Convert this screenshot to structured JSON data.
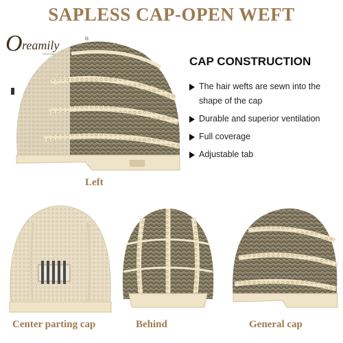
{
  "title": "SAPLESS CAP-OPEN WEFT",
  "brand": {
    "mark": "O",
    "word": "reamily",
    "registered": "®",
    "tagline": "DREAMILY HAIR"
  },
  "cap_construction": {
    "heading": "CAP CONSTRUCTION",
    "features": [
      "The hair wefts are sewn into the shape of the cap",
      "Durable and superior ventilation",
      "Full coverage",
      "Adjustable tab"
    ]
  },
  "views": {
    "left": "Left",
    "center": "Center parting cap",
    "behind": "Behind",
    "general": "General cap"
  },
  "colors": {
    "accent": "#9c7a4f",
    "hair": "#7e7760",
    "lace": "#e8dcc4",
    "band": "#f0e3c7"
  }
}
